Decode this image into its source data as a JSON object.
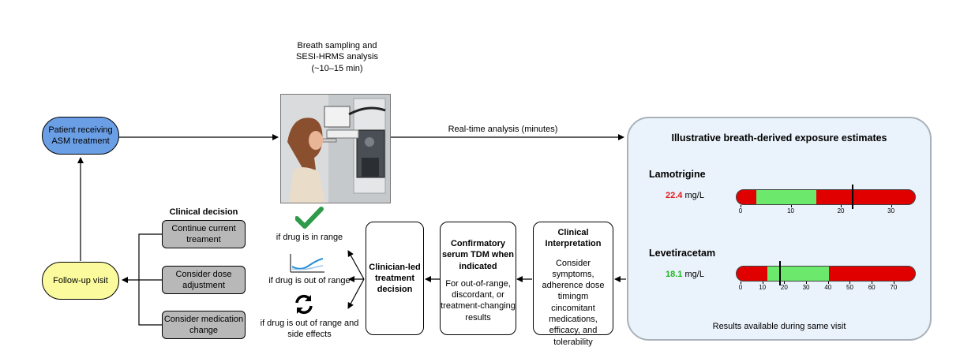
{
  "nodes": {
    "patient": "Patient receiving ASM treatment",
    "followup": "Follow-up visit",
    "breath_sampling": "Breath sampling and SESI-HRMS analysis (~10–15 min)",
    "realtime_label": "Real-time analysis (minutes)",
    "clinical_decision_title": "Clinical decision",
    "decisions": [
      "Continue current treament",
      "Consider dose adjustment",
      "Consider medication change"
    ],
    "conditions": [
      "if drug is in range",
      "if drug is out of range",
      "if drug is out of range and side effects"
    ],
    "clinician": {
      "title": "Clinician-led treatment decision"
    },
    "tdm": {
      "title": "Confirmatory serum TDM when indicated",
      "body": "For out-of-range, discordant, or treatment-changing results"
    },
    "interpretation": {
      "title": "Clinical Interpretation",
      "body": "Consider symptoms, adherence dose timingm cincomitant medications, efficacy, and tolerability"
    }
  },
  "panel": {
    "title": "Illustrative breath-derived exposure estimates",
    "footer": "Results available during same visit",
    "drugs": [
      {
        "name": "Lamotrigine",
        "value": "22.4",
        "value_num": 22.4,
        "unit": "mg/L",
        "value_color": "#e41b1b",
        "axis_min": 0,
        "axis_max": 34,
        "range": [
          3,
          15
        ],
        "ticks": [
          0,
          10,
          20,
          30
        ]
      },
      {
        "name": "Levetiracetam",
        "value": "18.1",
        "value_num": 18.1,
        "unit": "mg/L",
        "value_color": "#1fb81f",
        "axis_min": 0,
        "axis_max": 78,
        "range": [
          12,
          40
        ],
        "ticks": [
          0,
          10,
          20,
          30,
          40,
          50,
          60,
          70
        ]
      }
    ]
  },
  "icons": [
    "checkmark-icon",
    "trend-chart-icon",
    "refresh-cycle-icon",
    "breath-analyzer-illustration"
  ],
  "colors": {
    "patient": "#6a9fe6",
    "followup": "#fbfb9d",
    "decision": "#b8b8b8",
    "panel": "#eaf2fb",
    "in_range": "#6ce86c",
    "out_of_range": "#e10000"
  }
}
